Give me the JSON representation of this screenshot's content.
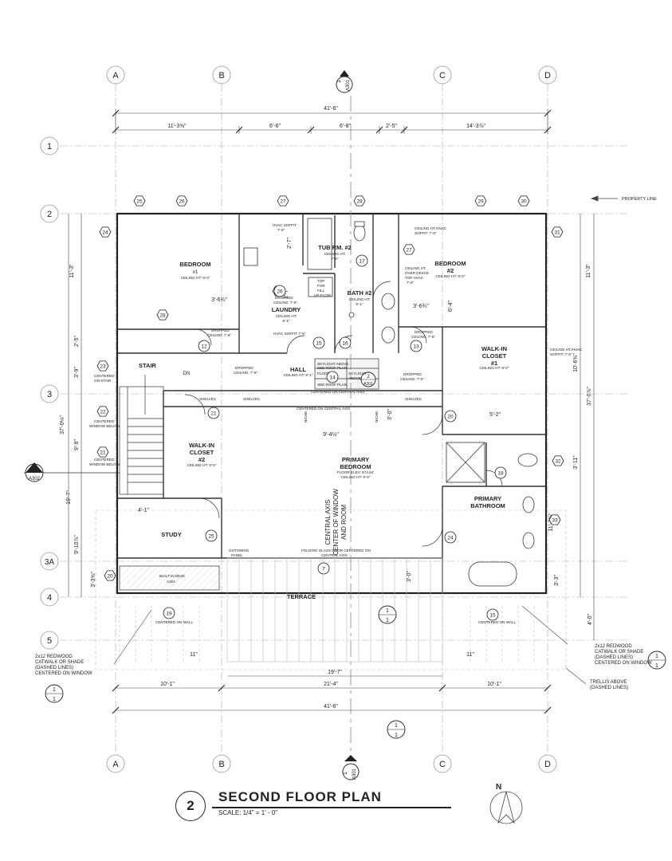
{
  "drawing": {
    "number": "2",
    "title": "SECOND FLOOR PLAN",
    "scale": "SCALE: 1/4\" = 1' - 0\"",
    "north_label": "N"
  },
  "grid": {
    "columns": [
      "A",
      "B",
      "C",
      "D"
    ],
    "rows": [
      "1",
      "2",
      "3",
      "3A",
      "4",
      "5"
    ]
  },
  "section_tags": {
    "top": {
      "num": "1",
      "sheet": "A301"
    },
    "bottom": {
      "num": "1",
      "sheet": "A301"
    },
    "left": {
      "num": "1",
      "sheet": "A302"
    },
    "hall": {
      "num": "2",
      "sheet": "A301"
    },
    "elev_right": {
      "num": "1",
      "sheet": "1"
    },
    "elev_left": {
      "num": "1",
      "sheet": "1"
    },
    "elev_center": {
      "num": "1",
      "sheet": "1"
    },
    "elev_bottom": {
      "num": "1",
      "sheet": "1"
    }
  },
  "dimensions": {
    "top_overall": "41'-6\"",
    "top_segments": [
      "11'-3⅝\"",
      "6'-6\"",
      "6'-8\"",
      "2'-5\"",
      "14'-3⅞\""
    ],
    "left": [
      "11'-3\"",
      "2'-5\"",
      "3'-9\"",
      "37'-0⅛\"",
      "9'-9\"",
      "19'-7\"",
      "9'-10⅞\"",
      "3'-3⅝\""
    ],
    "right": [
      "11'-3\"",
      "10'-6⅝\"",
      "37'-0⅞\"",
      "3'-11\"",
      "11'-3⅝\"",
      "3'-3\"",
      "4'-0\""
    ],
    "bottom_a": "19'-7\"",
    "bottom_b": "21'-4\"",
    "bottom_c": "41'-6\"",
    "bottom_left": "10'-1\"",
    "bottom_right": "10'-1\"",
    "terrace_left": "11\"",
    "terrace_right": "11\"",
    "hall_width": "9'-4½\"",
    "laundry_a": "3'-6¾\"",
    "bedroom2_a": "3'-6¾\"",
    "bedroom2_b": "6'-4\"",
    "wic1": "5'-2\"",
    "study": "4'-1\"",
    "bath2": "2'-7\"",
    "laundry_b": "2'-7\"",
    "hall_a": "3'-0\"",
    "terrace_v": "3'-0\""
  },
  "rooms": {
    "bedroom1": {
      "name": "BEDROOM",
      "sub": "#1",
      "ceiling": "CEILING HT: 9'-0\""
    },
    "bedroom2": {
      "name": "BEDROOM",
      "sub": "#2",
      "ceiling": "CEILING HT: 9'-0\""
    },
    "tub": {
      "name": "TUB RM. #2",
      "ceiling": "CEILING HT:",
      "ceiling2": "7'-6\""
    },
    "bath2": {
      "name": "BATH #2",
      "ceiling": "CEILING HT:",
      "ceiling2": "9'-1\""
    },
    "laundry": {
      "name": "LAUNDRY",
      "ceiling": "CEILING HT:",
      "ceiling2": "8'-1\""
    },
    "hall": {
      "name": "HALL",
      "ceiling": "CEILING HT: 9'-1\""
    },
    "stair": {
      "name": "STAIR",
      "dn": "DN"
    },
    "wic1": {
      "name": "WALK-IN",
      "sub": "CLOSET",
      "sub2": "#1",
      "ceiling": "CEILING HT: 9'-0\""
    },
    "wic2": {
      "name": "WALK-IN",
      "sub": "CLOSET",
      "sub2": "#2",
      "ceiling": "CEILING HT: 9'-0\""
    },
    "primary_bed": {
      "name": "PRIMARY",
      "sub": "BEDROOM",
      "floor": "FLOOR ELEV: 574.94'",
      "ceiling": "CEILING HT: 9'-0\""
    },
    "primary_bath": {
      "name": "PRIMARY",
      "sub": "BATHROOM"
    },
    "study": {
      "name": "STUDY"
    },
    "terrace": {
      "name": "TERRACE"
    }
  },
  "notes": {
    "property_line": "PROPERTY LINE",
    "hvac_soffit_laundry": "HVAC SOFFIT",
    "hvac_soffit_laundry_h": "7'-6\"",
    "hvac_soffit_laundry2": "HVAC SOFFIT 7'-6\"",
    "ceiling_hvac": "CEILING HT./HVAC",
    "ceiling_hvac2": "SOFFIT: 7'-6\"",
    "ceiling_over_bed2_1": "CEILING HT.",
    "ceiling_over_bed2_2": "OVER DESCE",
    "ceiling_over_bed2_3": "TOP HVAC",
    "ceiling_over_bed2_4": "7'-6\"",
    "dropped": "DROPPED",
    "dropped_ceil": "CEILING: 7'-6\"",
    "dropped2": "DROPPED",
    "dropped2_ceil": "CEILING: 7'-6\"",
    "dropped3": "DROPPED",
    "dropped3_ceil": "CEILING: 7'-6\"",
    "dropped4": "DROPPED",
    "dropped4_ceil": "CEILING: 7'-6\"",
    "dropped5": "DROPPED",
    "dropped5_ceil": "CEILING: 7'-6\"",
    "top_load": "TOP",
    "top_load2": "FOR",
    "top_load3": "FILL",
    "top_load4": "UP-FLOW",
    "shelves1": "SHELVES",
    "shelves2": "SHELVES",
    "shelves3": "SHELVES",
    "centered_central_axis": "CENTERED ON CENTRAL AXIS",
    "centered_central_axis2": "CENTERED ON CENTRAL AXIS",
    "niche": "NICHE",
    "niche2": "NICHE",
    "centered_on_stair": "CENTERED",
    "centered_on_stair2": "ON STAIR",
    "centered_window_below": "CENTERED",
    "centered_window_below2": "WINDOW BELOW",
    "centered_window_below3": "CENTERED",
    "centered_window_below4": "WINDOW BELOW",
    "central_axis_1": "CENTRAL AXIS",
    "central_axis_2": "CENTER OF WINDOW",
    "central_axis_3": "AND ROOM",
    "folding_door": "FOLDING GLASS DOOR CENTERED ON",
    "folding_door2": "CENTRAL AXIS",
    "outswing": "OUTSWING",
    "outswing2": "PANEL",
    "built_in_desk": "BUILT-IN DESK",
    "built_in_desk2": "A302",
    "centered_on_wall": "CENTERED ON WALL",
    "centered_on_wall2": "CENTERED ON WALL",
    "hall_panel1": "SKYLIGHT ABOVE",
    "hall_panel2": "SEE ROOF PLAN",
    "hall_panel3": "FLOOR",
    "hall_panel4": "SKYLIGHT",
    "hall_panel5": "ABOVE",
    "hall_panel6": "SEE ROOF PLAN",
    "redwood_left_1": "2x12 REDWOOD",
    "redwood_left_2": "CATWALK OR SHADE",
    "redwood_left_3": "(DASHED LINES)",
    "redwood_left_4": "CENTERED ON WINDOW",
    "redwood_right_1": "2x12 REDWOOD",
    "redwood_right_2": "CATWALK OR SHADE",
    "redwood_right_3": "(DASHED LINES)",
    "redwood_right_4": "CENTERED ON WINDOW",
    "trellis_1": "TRELLIS ABOVE",
    "trellis_2": "(DASHED LINES)"
  },
  "window_tags": [
    "25",
    "26",
    "27",
    "28",
    "29",
    "30",
    "24",
    "31",
    "28",
    "26",
    "27",
    "17",
    "15",
    "16",
    "12",
    "13",
    "14",
    "23",
    "22",
    "21",
    "21",
    "20",
    "18",
    "32",
    "33",
    "25",
    "24",
    "7",
    "20",
    "19",
    "15",
    "26"
  ],
  "door_tags": {
    "d17": "17",
    "d15": "15",
    "d16": "16",
    "d12": "12",
    "d13": "13",
    "d14": "14",
    "d21a": "21",
    "d20": "20",
    "d25": "25",
    "d24": "24",
    "d7": "7",
    "d18": "18",
    "d26": "26"
  }
}
